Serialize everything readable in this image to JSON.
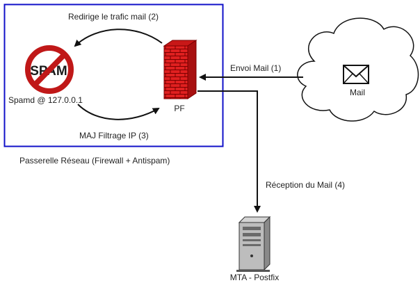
{
  "gateway_box": {
    "caption": "Passerelle Réseau (Firewall + Antispam)",
    "border_color": "#1010c8"
  },
  "spamd": {
    "badge_text": "SPAM",
    "label": "Spamd @ 127.0.0.1",
    "ring_color": "#c01818"
  },
  "firewall": {
    "label": "PF",
    "brick_color": "#e02020"
  },
  "internet_cloud": {
    "mail_label": "Mail"
  },
  "mail_server": {
    "label": "MTA - Postfix"
  },
  "flows": {
    "send_mail": "Envoi Mail (1)",
    "redirect_traffic": "Redirige le trafic mail (2)",
    "ip_filter_update": "MAJ Filtrage IP (3)",
    "mail_reception": "Réception du Mail (4)"
  }
}
